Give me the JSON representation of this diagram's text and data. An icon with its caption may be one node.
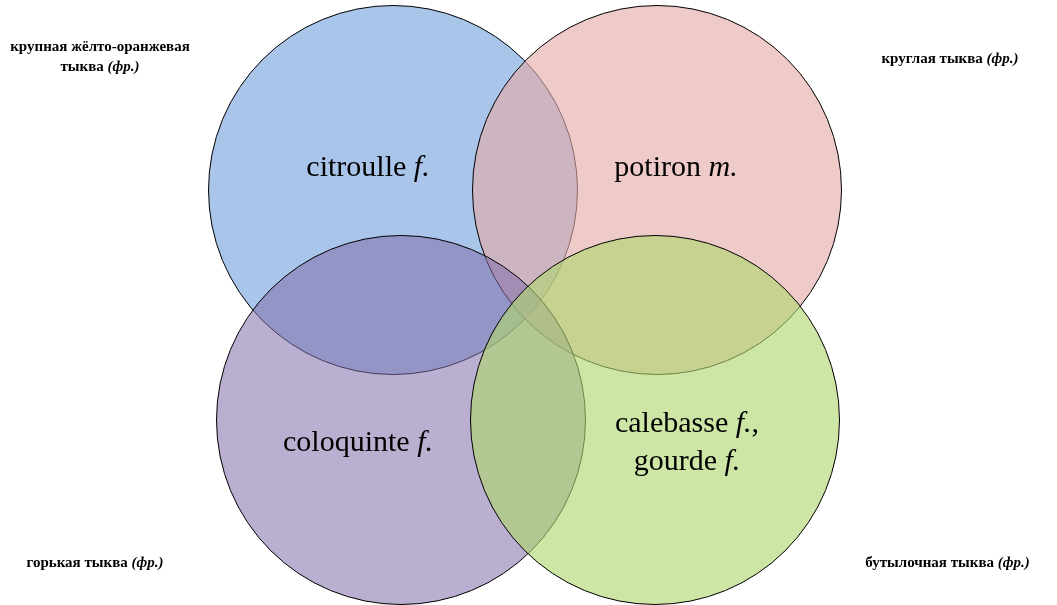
{
  "diagram": {
    "nodes": [
      {
        "text": [
          "citroulle *f.*"
        ]
      },
      {
        "text": [
          "potiron *m.*"
        ]
      },
      {
        "text": [
          "coloquinte *f.*"
        ]
      },
      {
        "text": [
          "calebasse *f.*, gourde *f.*"
        ]
      }
    ],
    "labels": [
      "крупная жёлто-оранжевая тыква *(фр.)*",
      "круглая тыква *(фр.)*",
      "горькая тыква *(фр.)*",
      "бутылочная тыква *(фр.)*"
    ]
  }
}
